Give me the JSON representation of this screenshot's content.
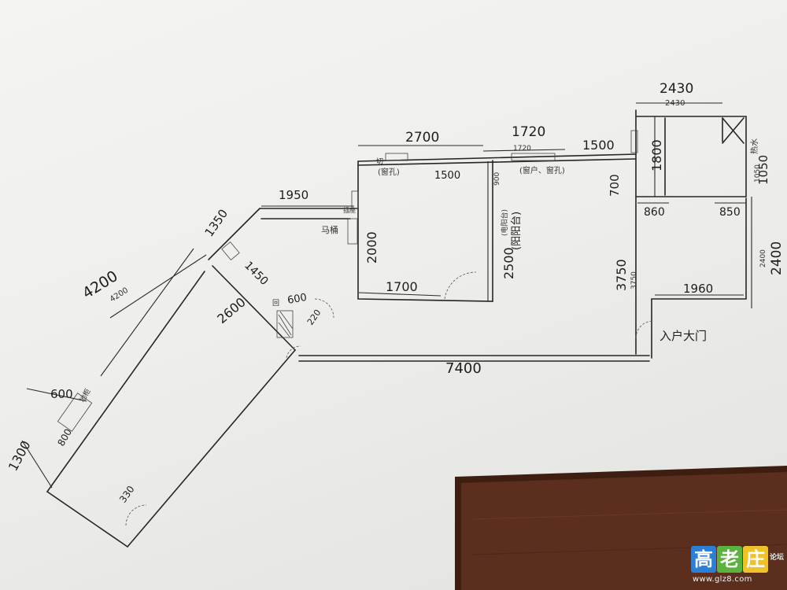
{
  "dims": {
    "d2430": "2430",
    "d2430b": "2430",
    "d2700": "2700",
    "d1720": "1720",
    "d1720b": "1720",
    "d1500a": "1500",
    "d1500b": "1500",
    "d1800": "1800",
    "d700": "700",
    "d860": "860",
    "d850": "850",
    "d1050": "1050",
    "d1050b": "1050",
    "d2400": "2400",
    "d2400b": "2400",
    "d1950": "1950",
    "d1350": "1350",
    "d1450": "1450",
    "d4200": "4200",
    "d4200b": "4200",
    "d2600": "2600",
    "d2000": "2000",
    "d1700": "1700",
    "d2500": "2500",
    "d900": "900",
    "d600a": "600",
    "d600b": "600",
    "d220": "220",
    "d3750": "3750",
    "d3750b": "3750",
    "d1960": "1960",
    "d7400": "7400",
    "d1300": "1300",
    "d800": "800",
    "d330": "330"
  },
  "labels": {
    "window_left": "(窗孔)",
    "window_mid": "(窗户、窗孔)",
    "balcony_note": "(电阳台)",
    "balcony": "(阳阳台)",
    "entrance": "入户大门",
    "heater": "热水",
    "toilet": "马桶",
    "tag1": "切",
    "tag2": "地柜",
    "tag3": "插座",
    "tag4": "回"
  },
  "watermark": {
    "glyphs": [
      "高",
      "老",
      "庄"
    ],
    "suffix": "论坛",
    "url": "www.glz8.com"
  },
  "colors": {
    "ink": "#1d1d1d",
    "table": "#5b2e1e",
    "wm_blue": "#2b7fd4",
    "wm_green": "#59b33c",
    "wm_yellow": "#f0c22a"
  }
}
